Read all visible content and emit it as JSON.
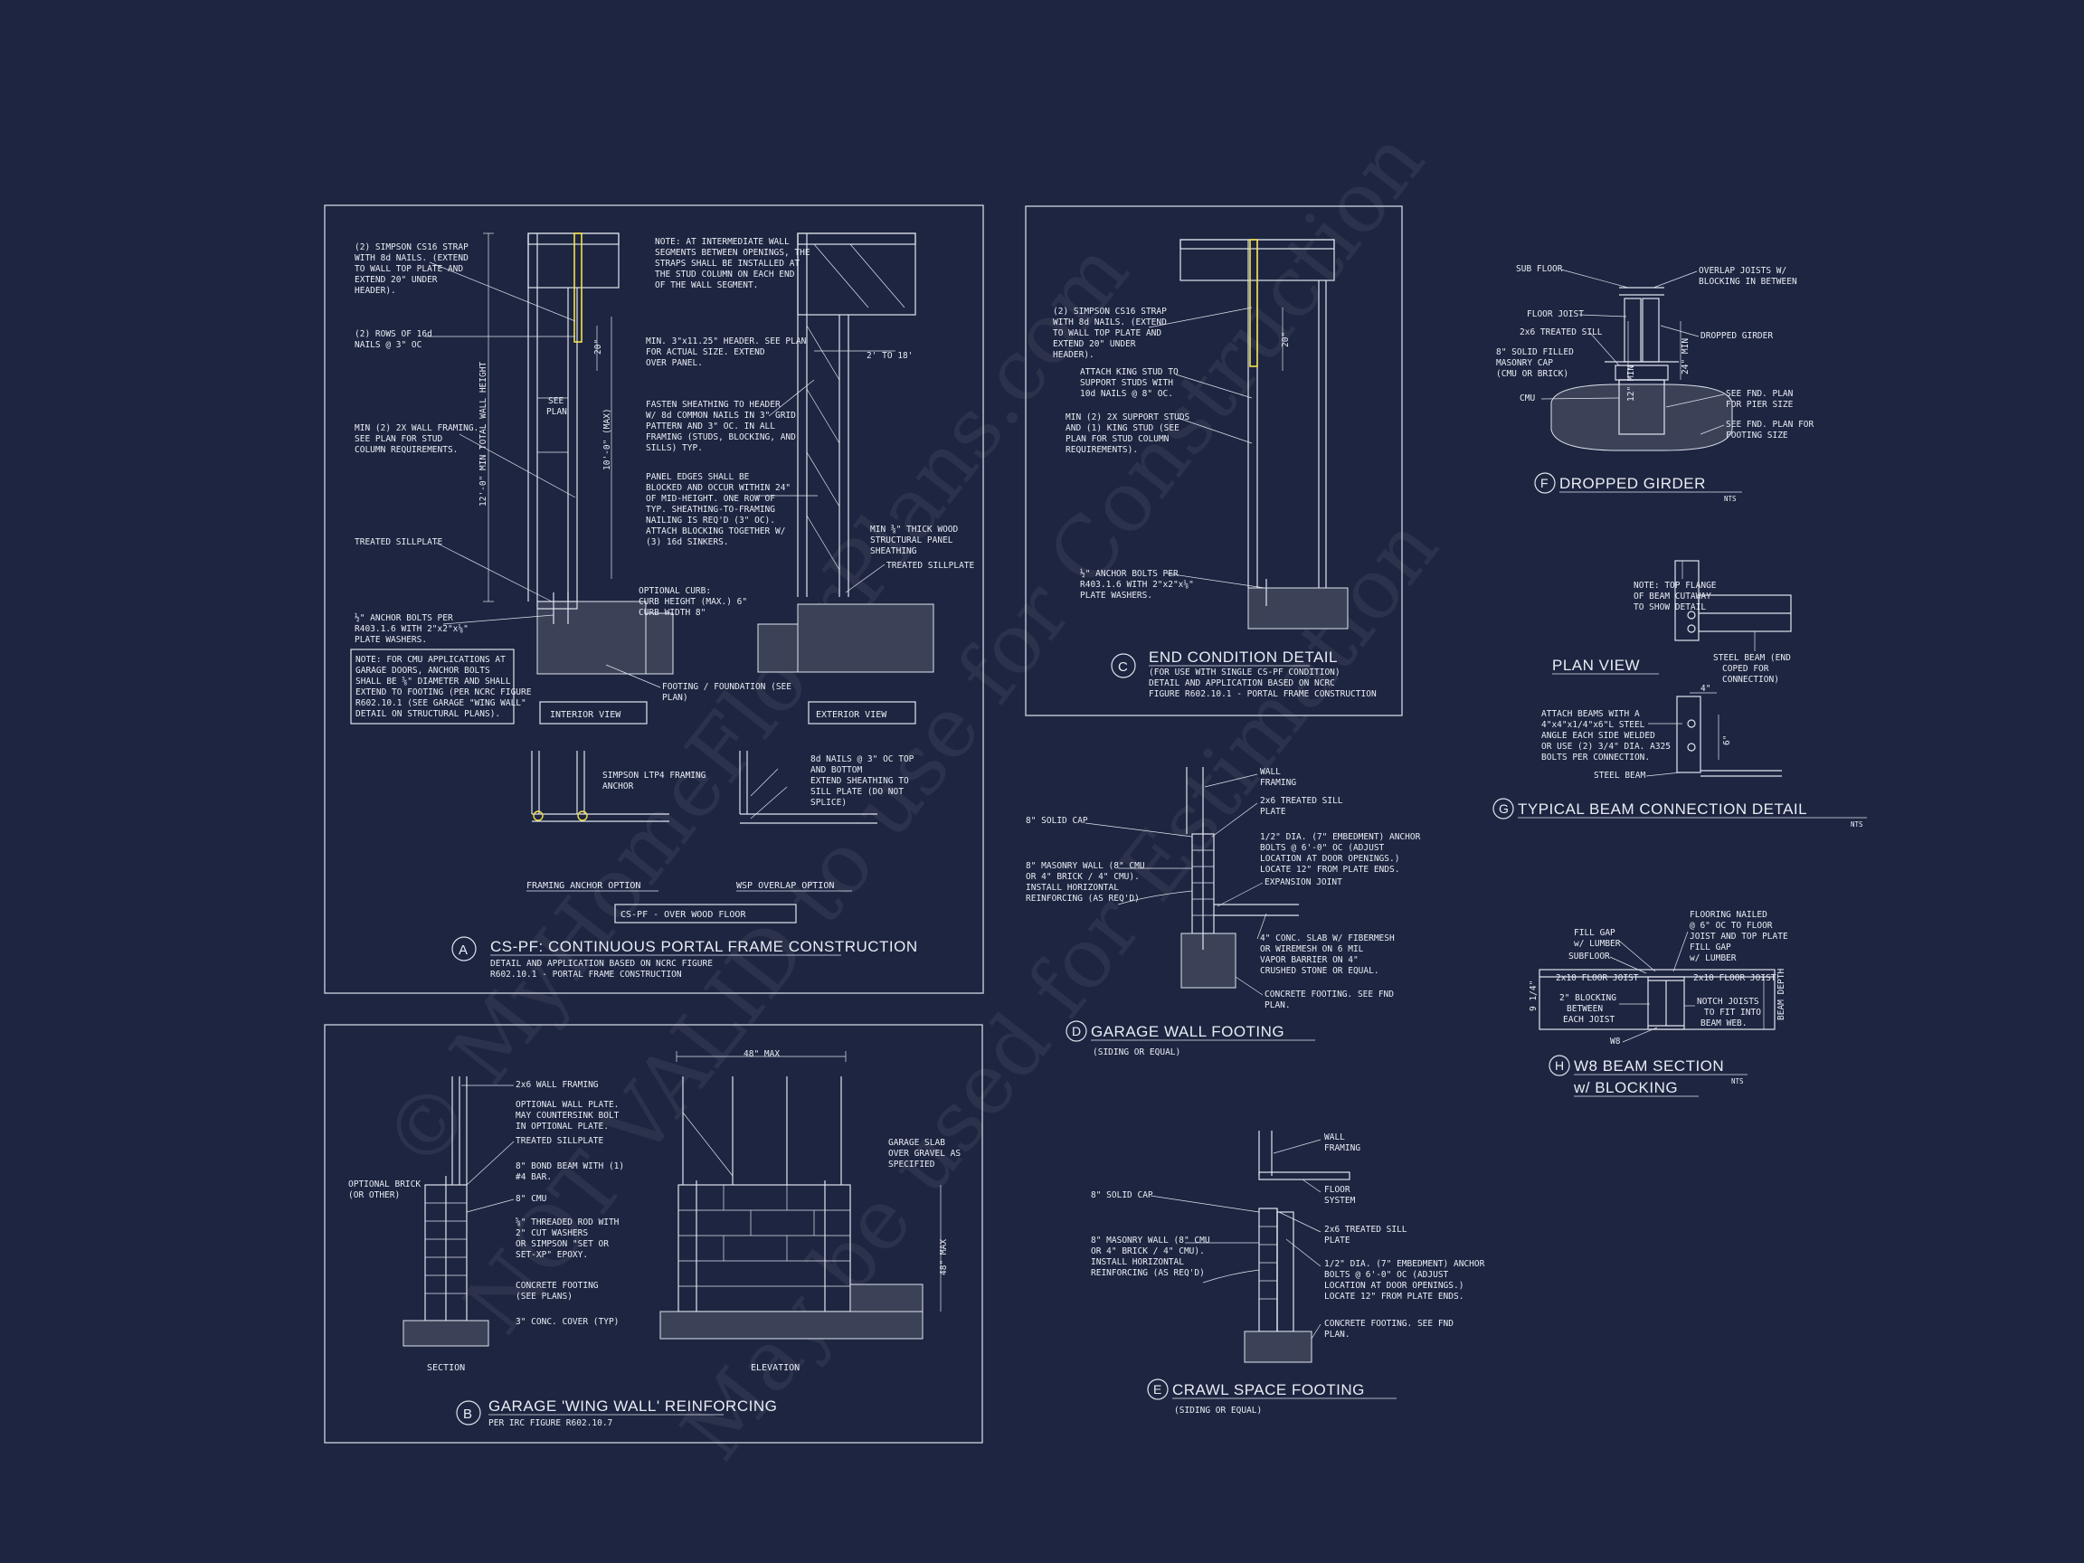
{
  "detail_a": {
    "id": "A",
    "title": "CS-PF: CONTINUOUS PORTAL FRAME CONSTRUCTION",
    "subtitle1": "DETAIL AND APPLICATION BASED ON NCRC FIGURE",
    "subtitle2": "R602.10.1 - PORTAL FRAME CONSTRUCTION",
    "note_strap": [
      "(2) SIMPSON CS16 STRAP",
      "WITH 8d NAILS. (EXTEND",
      "TO WALL TOP PLATE AND",
      "EXTEND 20\" UNDER",
      "HEADER)."
    ],
    "note_nails": [
      "(2) ROWS OF 16d",
      "NAILS @ 3\" OC"
    ],
    "note_framing": [
      "MIN (2) 2X WALL FRAMING.",
      "SEE PLAN FOR STUD",
      "COLUMN REQUIREMENTS."
    ],
    "note_sill": "TREATED SILLPLATE",
    "note_anchor": [
      "½\" ANCHOR BOLTS PER",
      "R403.1.6 WITH 2\"x2\"x⅛\"",
      "PLATE WASHERS."
    ],
    "note_cmu": [
      "NOTE: FOR CMU APPLICATIONS AT",
      "GARAGE DOORS, ANCHOR BOLTS",
      "SHALL BE ⅝\" DIAMETER AND SHALL",
      "EXTEND TO FOOTING (PER NCRC FIGURE",
      "R602.10.1 (SEE GARAGE \"WING WALL\"",
      "DETAIL ON STRUCTURAL PLANS)."
    ],
    "dim_total": "12'-0\" MIN TOTAL WALL HEIGHT",
    "dim_max": "10'-0\" (MAX)",
    "see_plan": [
      "SEE",
      "PLAN"
    ],
    "dim_20": "20\"",
    "note_intermediate": [
      "NOTE: AT INTERMEDIATE WALL",
      "SEGMENTS BETWEEN OPENINGS, THE",
      "STRAPS SHALL BE INSTALLED AT",
      "THE STUD COLUMN ON EACH END",
      "OF THE WALL SEGMENT."
    ],
    "note_header": [
      "MIN. 3\"x11.25\" HEADER. SEE PLAN",
      "FOR ACTUAL SIZE. EXTEND",
      "OVER PANEL."
    ],
    "note_fasten": [
      "FASTEN SHEATHING TO HEADER",
      "W/ 8d COMMON NAILS IN 3\" GRID",
      "PATTERN AND 3\" OC. IN ALL",
      "FRAMING (STUDS, BLOCKING, AND",
      "SILLS) TYP."
    ],
    "note_panel": [
      "PANEL EDGES SHALL BE",
      "BLOCKED AND OCCUR WITHIN 24\"",
      "OF MID-HEIGHT. ONE ROW OF",
      "TYP. SHEATHING-TO-FRAMING",
      "NAILING IS REQ'D (3\" OC).",
      "ATTACH BLOCKING TOGETHER W/",
      "(3) 16d SINKERS."
    ],
    "dim_2to18": "2' TO 18'",
    "note_wood": [
      "MIN ⅜\" THICK WOOD",
      "STRUCTURAL PANEL",
      "SHEATHING"
    ],
    "note_sill2": "TREATED SILLPLATE",
    "note_curb": [
      "OPTIONAL CURB:",
      "CURB HEIGHT (MAX.) 6\"",
      "CURB WIDTH 8\""
    ],
    "note_footing": [
      "FOOTING / FOUNDATION (SEE",
      "PLAN)"
    ],
    "label_interior": "INTERIOR VIEW",
    "label_exterior": "EXTERIOR VIEW",
    "note_ltp": [
      "SIMPSON LTP4 FRAMING",
      "ANCHOR"
    ],
    "note_8d": [
      "8d NAILS @ 3\" OC TOP",
      "AND BOTTOM",
      "EXTEND SHEATHING TO",
      "SILL PLATE (DO NOT",
      "SPLICE)"
    ],
    "label_anchor_opt": "FRAMING ANCHOR OPTION",
    "label_wsp_opt": "WSP OVERLAP OPTION",
    "label_wood_floor": "CS-PF - OVER WOOD FLOOR"
  },
  "detail_b": {
    "id": "B",
    "title": "GARAGE 'WING WALL' REINFORCING",
    "subtitle": "PER IRC FIGURE R602.10.7",
    "notes": [
      "2x6 WALL FRAMING",
      "OPTIONAL WALL PLATE.",
      "MAY COUNTERSINK BOLT",
      "IN OPTIONAL PLATE.",
      "TREATED SILLPLATE",
      "8\" BOND BEAM WITH (1)",
      "#4 BAR.",
      "8\" CMU",
      "⅝\" THREADED ROD WITH",
      "2\" CUT WASHERS",
      "OR SIMPSON \"SET OR",
      "SET-XP\" EPOXY.",
      "CONCRETE FOOTING",
      "(SEE PLANS)",
      "3\" CONC. COVER (TYP)"
    ],
    "note_brick": [
      "OPTIONAL BRICK",
      "(OR OTHER)"
    ],
    "dim_48": "48\" MAX",
    "dim_48v": "48\" MAX",
    "note_slab": [
      "GARAGE SLAB",
      "OVER GRAVEL AS",
      "SPECIFIED"
    ],
    "label_section": "SECTION",
    "label_elevation": "ELEVATION"
  },
  "detail_c": {
    "id": "C",
    "title": "END CONDITION DETAIL",
    "subtitle1": "(FOR USE WITH SINGLE CS-PF CONDITION)",
    "subtitle2": "DETAIL AND APPLICATION BASED ON NCRC",
    "subtitle3": "FIGURE R602.10.1 - PORTAL FRAME CONSTRUCTION",
    "note_strap": [
      "(2) SIMPSON CS16 STRAP",
      "WITH 8d NAILS. (EXTEND",
      "TO WALL TOP PLATE AND",
      "EXTEND 20\" UNDER",
      "HEADER)."
    ],
    "note_king": [
      "ATTACH KING STUD TO",
      "SUPPORT STUDS WITH",
      "10d NAILS @ 8\" OC."
    ],
    "note_support": [
      "MIN (2) 2X SUPPORT STUDS",
      "AND (1) KING STUD (SEE",
      "PLAN FOR STUD COLUMN",
      "REQUIREMENTS)."
    ],
    "note_anchor": [
      "½\" ANCHOR BOLTS PER",
      "R403.1.6 WITH 2\"x2\"x⅛\"",
      "PLATE WASHERS."
    ],
    "dim_20": "20\""
  },
  "detail_d": {
    "id": "D",
    "title": "GARAGE WALL FOOTING",
    "subtitle": "(SIDING OR EQUAL)",
    "note_framing": [
      "WALL",
      "FRAMING"
    ],
    "note_sill": [
      "2x6 TREATED SILL",
      "PLATE"
    ],
    "note_bolts": [
      "1/2\" DIA. (7\" EMBEDMENT) ANCHOR",
      "BOLTS @ 6'-0\" OC (ADJUST",
      "LOCATION AT DOOR OPENINGS.)",
      "LOCATE 12\" FROM PLATE ENDS."
    ],
    "note_joint": "EXPANSION JOINT",
    "note_slab": [
      "4\" CONC. SLAB W/ FIBERMESH",
      "OR WIREMESH ON 6 MIL",
      "VAPOR BARRIER ON 4\"",
      "CRUSHED STONE OR EQUAL."
    ],
    "note_footing": [
      "CONCRETE FOOTING. SEE FND",
      "PLAN."
    ],
    "note_cap": "8\" SOLID CAP",
    "note_masonry": [
      "8\" MASONRY WALL (8\" CMU",
      "OR 4\" BRICK / 4\" CMU).",
      "INSTALL HORIZONTAL",
      "REINFORCING (AS REQ'D)"
    ]
  },
  "detail_e": {
    "id": "E",
    "title": "CRAWL SPACE FOOTING",
    "subtitle": "(SIDING OR EQUAL)",
    "note_framing": [
      "WALL",
      "FRAMING"
    ],
    "note_floor": [
      "FLOOR",
      "SYSTEM"
    ],
    "note_sill": [
      "2x6 TREATED SILL",
      "PLATE"
    ],
    "note_bolts": [
      "1/2\" DIA. (7\" EMBEDMENT) ANCHOR",
      "BOLTS @ 6'-0\" OC (ADJUST",
      "LOCATION AT DOOR OPENINGS.)",
      "LOCATE 12\" FROM PLATE ENDS."
    ],
    "note_footing": [
      "CONCRETE FOOTING. SEE FND",
      "PLAN."
    ],
    "note_cap": "8\" SOLID CAP",
    "note_masonry": [
      "8\" MASONRY WALL (8\" CMU",
      "OR 4\" BRICK / 4\" CMU).",
      "INSTALL HORIZONTAL",
      "REINFORCING (AS REQ'D)"
    ]
  },
  "detail_f": {
    "id": "F",
    "title": "DROPPED GIRDER",
    "nts": "NTS",
    "notes_left": [
      "SUB FLOOR",
      "FLOOR JOIST",
      "2x6 TREATED SILL",
      "8\" SOLID FILLED",
      "MASONRY CAP",
      "(CMU OR BRICK)",
      "CMU"
    ],
    "notes_right": [
      "OVERLAP JOISTS W/",
      "BLOCKING IN BETWEEN",
      "DROPPED GIRDER",
      "SEE FND. PLAN",
      "FOR PIER SIZE",
      "SEE FND. PLAN FOR",
      "FOOTING SIZE"
    ],
    "dim_12": "12\" MIN",
    "dim_24": "24\" MIN"
  },
  "detail_g": {
    "id": "G",
    "title": "TYPICAL BEAM CONNECTION DETAIL",
    "nts": "NTS",
    "note_flange": [
      "NOTE: TOP FLANGE",
      "OF BEAM CUTAWAY",
      "TO SHOW DETAIL"
    ],
    "label_plan": "PLAN VIEW",
    "note_steel": [
      "STEEL BEAM (END",
      "COPED FOR",
      "CONNECTION)"
    ],
    "note_attach": [
      "ATTACH BEAMS WITH A",
      "4\"x4\"x1/4\"x6\"L STEEL",
      "ANGLE EACH SIDE WELDED",
      "OR USE (2) 3/4\" DIA. A325",
      "BOLTS PER CONNECTION."
    ],
    "note_beam": "STEEL BEAM",
    "dim_4": "4\"",
    "dim_6": "6\""
  },
  "detail_h": {
    "id": "H",
    "title1": "W8 BEAM SECTION",
    "title2": "w/ BLOCKING",
    "nts": "NTS",
    "notes": [
      "FILL GAP",
      "w/ LUMBER",
      "SUBFLOOR",
      "2x10 FLOOR JOIST",
      "2\" BLOCKING",
      "BETWEEN",
      "EACH JOIST",
      "W8",
      "FLOORING NAILED",
      "@ 6\" OC TO FLOOR",
      "JOIST AND TOP PLATE",
      "FILL GAP",
      "w/ LUMBER",
      "2x10 FLOOR JOIST",
      "NOTCH JOISTS",
      "TO FIT INTO",
      "BEAM WEB."
    ],
    "dim_left": "9 1/4\"",
    "dim_right": "BEAM DEPTH"
  },
  "watermark": [
    "© MyHomeFloorPlans.com",
    "NOT VALID to use for Construction",
    "May be used for Estimation"
  ]
}
